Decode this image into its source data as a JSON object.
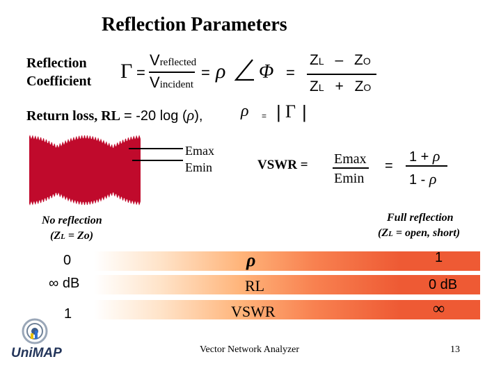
{
  "title": "Reflection Parameters",
  "reflection_coefficient": {
    "label_line1": "Reflection",
    "label_line2": "Coefficient",
    "gamma": "Γ",
    "eq1": "=",
    "v_reflected_main": "V",
    "v_reflected_sub": "reflected",
    "v_incident_main": "V",
    "v_incident_sub": "incident",
    "eq2": "=",
    "rho": "ρ",
    "phi": "Φ",
    "eq3": "=",
    "num_zl": "Z",
    "num_zl_sub": "L",
    "num_minus": "–",
    "num_zo": "Z",
    "num_zo_sub": "O",
    "den_zl": "Z",
    "den_zl_sub": "L",
    "den_plus": "+",
    "den_zo": "Z",
    "den_zo_sub": "O"
  },
  "return_loss": {
    "label": "Return loss, RL",
    "formula": "= -20 log (",
    "rho": "ρ",
    "close": "),",
    "rho2": "ρ",
    "eq": "=",
    "bar_left": "|",
    "gamma": "Γ",
    "bar_right": "|"
  },
  "waveform": {
    "emax": "Emax",
    "emin": "Emin"
  },
  "vswr": {
    "label": "VSWR =",
    "num": "Emax",
    "den": "Emin",
    "eq": "=",
    "rhs_num": "1 +",
    "rhs_num_rho": "ρ",
    "rhs_den": "1 -",
    "rhs_den_rho": "ρ"
  },
  "extremes": {
    "left_line1": "No reflection",
    "left_line2_pre": "(Z",
    "left_line2_sub": "L",
    "left_line2_post": " = Zo)",
    "right_line1": "Full reflection",
    "right_line2_pre": "(Z",
    "right_line2_sub": "L",
    "right_line2_post": " = open, short)"
  },
  "scale_rows": [
    {
      "left": "0",
      "center": "ρ",
      "right": "1"
    },
    {
      "left": "∞ dB",
      "center": "RL",
      "right": "0 dB"
    },
    {
      "left": "1",
      "center": "VSWR",
      "right": "∞"
    }
  ],
  "footer": {
    "center": "Vector Network Analyzer",
    "page": "13",
    "logo_text": "UniMAP"
  },
  "colors": {
    "bar_light": "#ffffff",
    "bar_dark": "#ee5a34",
    "wave": "#c00a2c"
  }
}
